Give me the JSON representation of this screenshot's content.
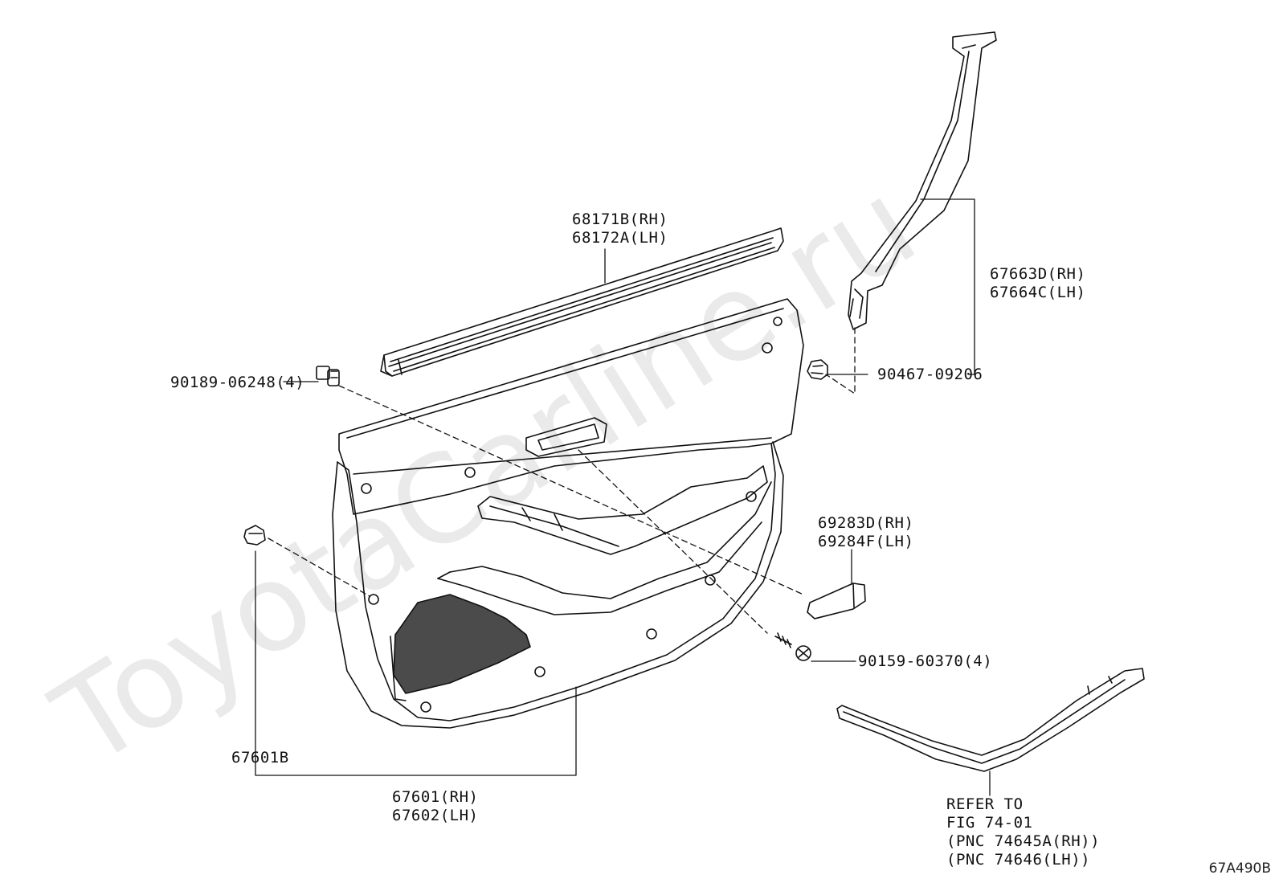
{
  "labels": {
    "window_run": [
      "68171B(RH)",
      "68172A(LH)"
    ],
    "pillar_garnish": [
      "67663D(RH)",
      "67664C(LH)"
    ],
    "clip_top": "90189-06248(4)",
    "clip_pillar": "90467-09206",
    "handle_cover": [
      "69283D(RH)",
      "69284F(LH)"
    ],
    "screw": "90159-60370(4)",
    "panel_clip": "67601B",
    "door_panel": [
      "67601(RH)",
      "67602(LH)"
    ],
    "refer": [
      "REFER TO",
      "FIG 74-01",
      "(PNC 74645A(RH))",
      "(PNC 74646(LH))"
    ]
  },
  "diagram_code": "67A490B",
  "watermark": "ToyotaCarline.ru"
}
